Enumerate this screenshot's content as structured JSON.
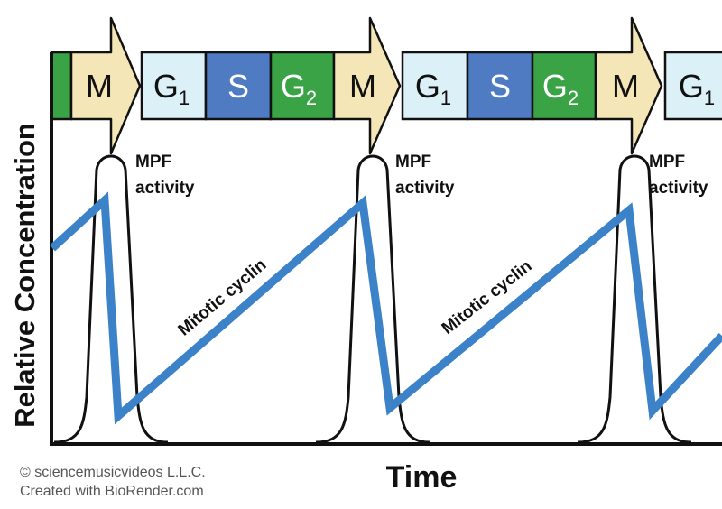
{
  "phases": {
    "M": "M",
    "G": "G",
    "S": "S",
    "one": "1",
    "two": "2"
  },
  "labels": {
    "mpf_line1": "MPF",
    "mpf_line2": "activity",
    "cyclin": "Mitotic cyclin"
  },
  "axes": {
    "y": "Relative Concentration",
    "x": "Time"
  },
  "credits": {
    "line1": "© sciencemusicvideos L.L.C.",
    "line2": "Created with BioRender.com"
  },
  "colors": {
    "M": "#f4e6b6",
    "G1": "#dcf0f7",
    "S": "#4f7bc3",
    "G2": "#3aa345",
    "cyclin": "#3b82c9"
  }
}
